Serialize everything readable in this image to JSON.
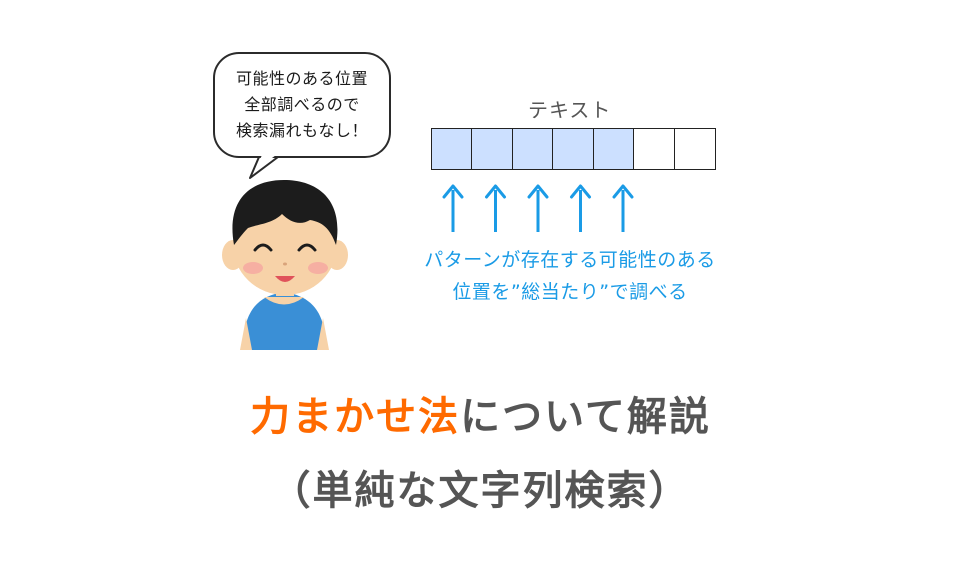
{
  "speech_bubble": {
    "lines": [
      "可能性のある位置",
      "全部調べるので",
      "検索漏れもなし！"
    ]
  },
  "text_label": "テキスト",
  "cells": {
    "count": 7,
    "highlighted_count": 5,
    "highlight_color": "#cce0ff"
  },
  "arrows": {
    "count": 5,
    "color": "#1a9be6"
  },
  "caption": {
    "lines": [
      "パターンが存在する可能性のある",
      "位置を”総当たり”で調べる"
    ],
    "color": "#1a9be6"
  },
  "title": {
    "accent": "力まかせ法",
    "rest": "について解説",
    "accent_color": "#ff6a00",
    "color": "#555555"
  },
  "subtitle": "（単純な文字列検索）"
}
